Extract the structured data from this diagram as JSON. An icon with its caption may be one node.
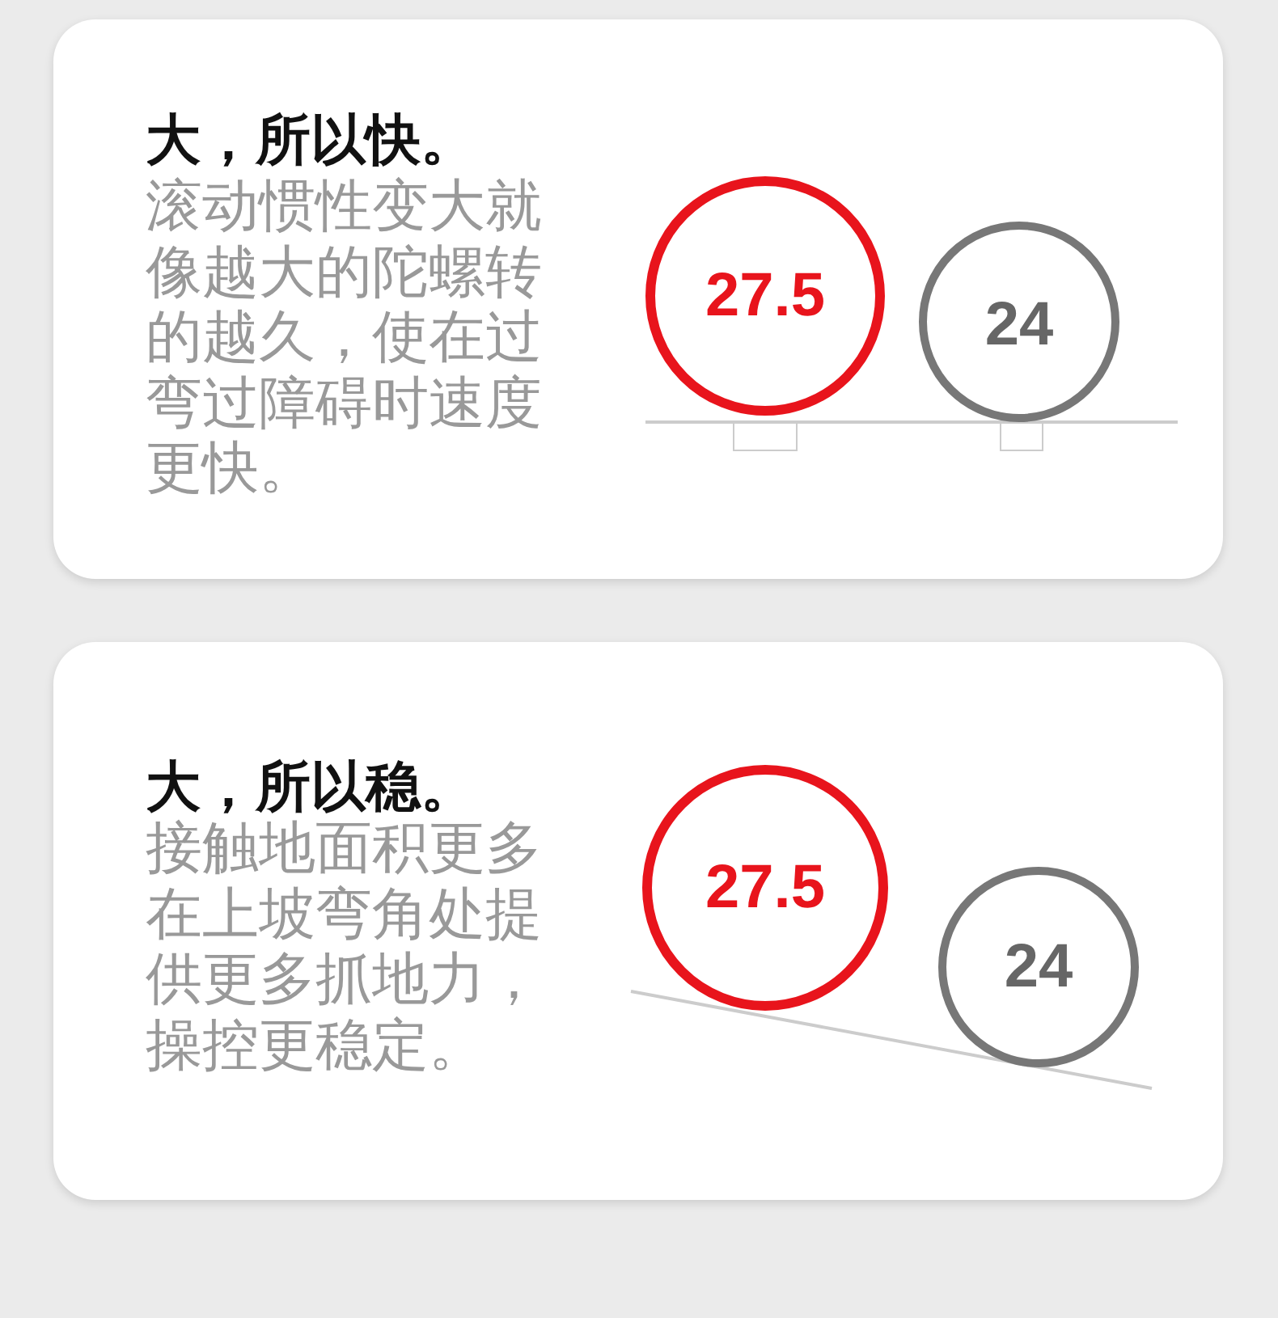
{
  "diagram": {
    "nodes": [
      {
        "text": [
          "大，所以快。",
          "滚动惯性变大就像越大的陀螺转的越久，使在过弯过障碍时速度更快。"
        ]
      },
      {
        "text": [
          "27.5"
        ],
        "in": 0
      },
      {
        "text": [
          "24"
        ],
        "in": 0
      },
      {
        "text": [
          "大，所以稳。",
          "接触地面积更多在上坡弯角处提供更多抓地力，操控更稳定。"
        ]
      },
      {
        "text": [
          "27.5"
        ],
        "in": 3
      },
      {
        "text": [
          "24"
        ],
        "in": 3
      }
    ]
  }
}
